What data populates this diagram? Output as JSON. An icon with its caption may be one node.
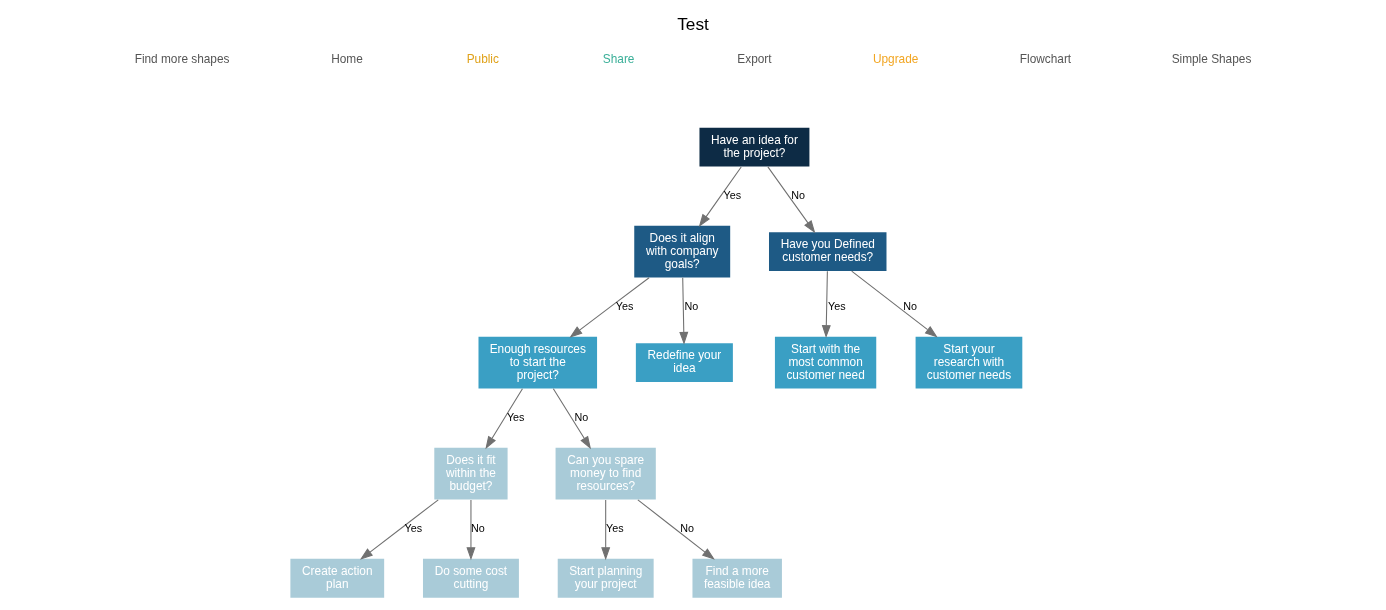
{
  "diagram": {
    "title": "Test",
    "nodes": [
      {
        "text": [
          "Have an idea for the project?"
        ]
      },
      {
        "text": [
          "Does it align with company goals?"
        ]
      },
      {
        "text": [
          "Have you Defined customer needs?"
        ]
      },
      {
        "text": [
          "Enough resources to start the project?"
        ]
      },
      {
        "text": [
          "Redefine your idea"
        ]
      },
      {
        "text": [
          "Start with the most common customer need"
        ]
      },
      {
        "text": [
          "Start your research with customer needs"
        ]
      },
      {
        "text": [
          "Does it fit within the budget?"
        ]
      },
      {
        "text": [
          "Can you spare money to find resources?"
        ]
      },
      {
        "text": [
          "Create action plan"
        ]
      },
      {
        "text": [
          "Do some cost cutting"
        ]
      },
      {
        "text": [
          "Start planning your project"
        ]
      },
      {
        "text": [
          "Find a more feasible idea"
        ]
      }
    ],
    "edges": [
      {
        "from": 0,
        "to": 1,
        "arrow": "to",
        "label": "Yes"
      },
      {
        "from": 0,
        "to": 2,
        "arrow": "to",
        "label": "No"
      },
      {
        "from": 1,
        "to": 3,
        "arrow": "to",
        "label": "Yes"
      },
      {
        "from": 1,
        "to": 4,
        "arrow": "to",
        "label": "No"
      },
      {
        "from": 2,
        "to": 5,
        "arrow": "to",
        "label": "Yes"
      },
      {
        "from": 2,
        "to": 6,
        "arrow": "to",
        "label": "No"
      },
      {
        "from": 3,
        "to": 7,
        "arrow": "to",
        "label": "Yes"
      },
      {
        "from": 3,
        "to": 8,
        "arrow": "to",
        "label": "No"
      },
      {
        "from": 7,
        "to": 9,
        "arrow": "to",
        "label": "Yes"
      },
      {
        "from": 7,
        "to": 10,
        "arrow": "to",
        "label": "No"
      },
      {
        "from": 8,
        "to": 11,
        "arrow": "to",
        "label": "Yes"
      },
      {
        "from": 8,
        "to": 12,
        "arrow": "to",
        "label": "No"
      }
    ],
    "labels": [
      "Find more shapes",
      "Home",
      "Public",
      "Share",
      "Export",
      "Upgrade",
      "Flowchart",
      "Simple Shapes"
    ]
  }
}
